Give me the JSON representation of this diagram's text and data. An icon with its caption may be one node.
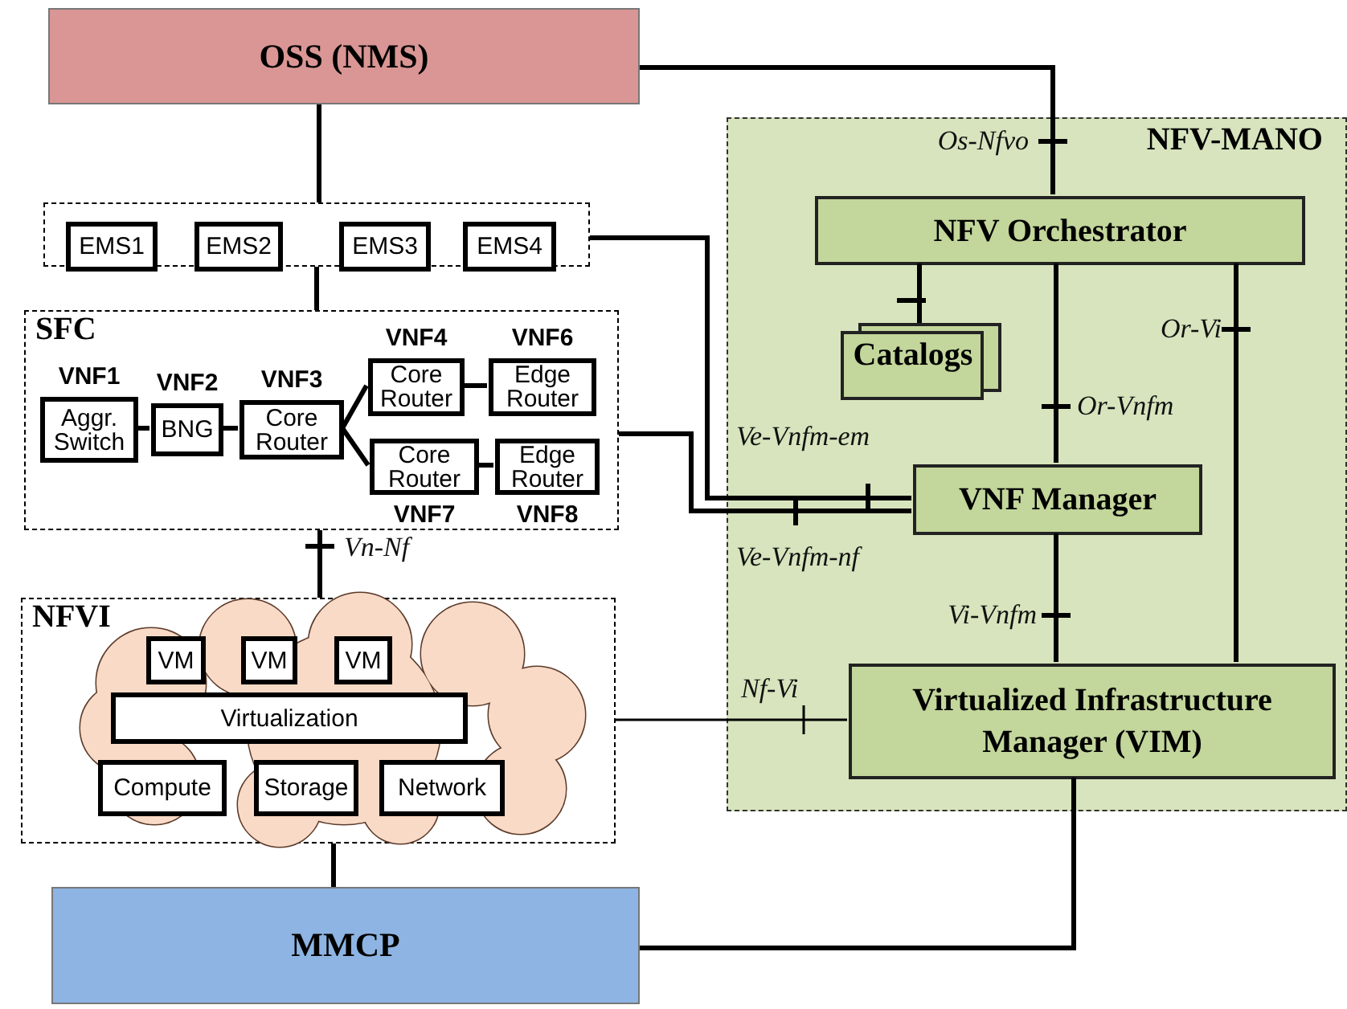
{
  "diagram": {
    "nodes": [
      {
        "text": [
          "OSS (NMS)"
        ]
      },
      {
        "text": [],
        "shape": "box"
      },
      {
        "text": [
          "EMS1"
        ],
        "in": 1
      },
      {
        "text": [
          "EMS2"
        ],
        "in": 1
      },
      {
        "text": [
          "EMS3"
        ],
        "in": 1
      },
      {
        "text": [
          "EMS4"
        ],
        "in": 1
      },
      {
        "text": [
          "SFC"
        ]
      },
      {
        "text": [
          "VNF1",
          "Aggr. Switch"
        ],
        "in": 6
      },
      {
        "text": [
          "VNF2",
          "BNG"
        ],
        "in": 6
      },
      {
        "text": [
          "VNF3",
          "Core Router"
        ],
        "in": 6
      },
      {
        "text": [
          "VNF4",
          "Core Router"
        ],
        "in": 6
      },
      {
        "text": [
          "VNF6",
          "Edge Router"
        ],
        "in": 6
      },
      {
        "text": [
          "Core Router",
          "VNF7"
        ],
        "in": 6
      },
      {
        "text": [
          "Edge Router",
          "VNF8"
        ],
        "in": 6
      },
      {
        "text": [
          "NFVI"
        ]
      },
      {
        "text": [
          "VM"
        ],
        "in": 14
      },
      {
        "text": [
          "VM"
        ],
        "in": 14
      },
      {
        "text": [
          "VM"
        ],
        "in": 14
      },
      {
        "text": [
          "Virtualization"
        ],
        "in": 14
      },
      {
        "text": [
          "Compute"
        ],
        "in": 14
      },
      {
        "text": [
          "Storage"
        ],
        "in": 14
      },
      {
        "text": [
          "Network"
        ],
        "in": 14
      },
      {
        "text": [
          "MMCP"
        ]
      },
      {
        "text": [
          "NFV-MANO"
        ]
      },
      {
        "text": [
          "NFV Orchestrator"
        ],
        "in": 23
      },
      {
        "text": [
          "Catalogs"
        ],
        "in": 23
      },
      {
        "text": [
          "VNF Manager"
        ],
        "in": 23
      },
      {
        "text": [
          "Virtualized Infrastructure Manager (VIM)"
        ],
        "in": 23
      }
    ],
    "edges": [
      {
        "from": 0,
        "to": 1,
        "arrow": "none"
      },
      {
        "from": 1,
        "to": 6,
        "arrow": "none"
      },
      {
        "from": 6,
        "to": 14,
        "arrow": "none",
        "label": "Vn-Nf"
      },
      {
        "from": 14,
        "to": 22,
        "arrow": "none"
      },
      {
        "from": 0,
        "to": 24,
        "arrow": "none",
        "label": "Os-Nfvo"
      },
      {
        "from": 24,
        "to": 25,
        "arrow": "none"
      },
      {
        "from": 24,
        "to": 26,
        "arrow": "none",
        "label": "Or-Vnfm"
      },
      {
        "from": 24,
        "to": 27,
        "arrow": "none",
        "label": "Or-Vi"
      },
      {
        "from": 26,
        "to": 27,
        "arrow": "none",
        "label": "Vi-Vnfm"
      },
      {
        "from": 1,
        "to": 26,
        "arrow": "none",
        "label": "Ve-Vnfm-em"
      },
      {
        "from": 6,
        "to": 26,
        "arrow": "none",
        "label": "Ve-Vnfm-nf"
      },
      {
        "from": 14,
        "to": 27,
        "arrow": "none",
        "label": "Nf-Vi"
      },
      {
        "from": 27,
        "to": 22,
        "arrow": "none"
      },
      {
        "from": 7,
        "to": 8,
        "arrow": "none"
      },
      {
        "from": 8,
        "to": 9,
        "arrow": "none"
      },
      {
        "from": 9,
        "to": 10,
        "arrow": "none"
      },
      {
        "from": 9,
        "to": 12,
        "arrow": "none"
      },
      {
        "from": 10,
        "to": 11,
        "arrow": "none"
      },
      {
        "from": 12,
        "to": 13,
        "arrow": "none"
      }
    ]
  }
}
